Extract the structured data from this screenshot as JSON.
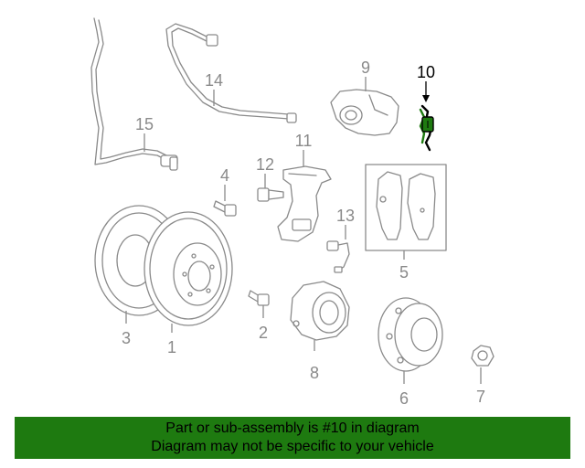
{
  "callouts": {
    "c1": "1",
    "c2": "2",
    "c3": "3",
    "c4": "4",
    "c5": "5",
    "c6": "6",
    "c7": "7",
    "c8": "8",
    "c9": "9",
    "c10": "10",
    "c11": "11",
    "c12": "12",
    "c13": "13",
    "c14": "14",
    "c15": "15"
  },
  "highlight": {
    "part": "10",
    "color": "#1e7a10"
  },
  "banner": {
    "line1": "Part or sub-assembly is #10 in diagram",
    "line2": "Diagram may not be specific to your vehicle",
    "background": "#1e7a10"
  }
}
